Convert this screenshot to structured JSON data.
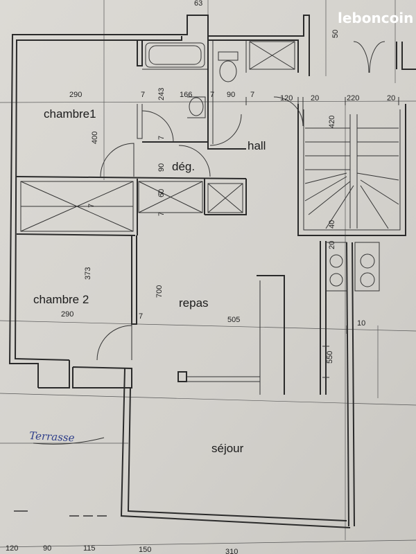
{
  "watermark": "leboncoin",
  "rooms": {
    "chambre1": "chambre1",
    "chambre2": "chambre 2",
    "deg": "dég.",
    "hall": "hall",
    "repas": "repas",
    "sejour": "séjour"
  },
  "annotation": "Terrasse",
  "dimensions": {
    "top_63": "63",
    "top_50": "50",
    "d290_top": "290",
    "d7_a": "7",
    "d243": "243",
    "d166": "166",
    "d7_b": "7",
    "d90_h": "90",
    "d7_c": "7",
    "d120": "120",
    "d20_a": "20",
    "d220": "220",
    "d20_b": "20",
    "d400": "400",
    "d420": "420",
    "d7_d": "7",
    "d90_v": "90",
    "d7_e": "7",
    "d60": "60",
    "d7_f": "7",
    "d40": "40",
    "d20_c": "20",
    "d373": "373",
    "d700": "700",
    "d290_mid": "290",
    "d7_g": "7",
    "d505": "505",
    "d10": "10",
    "d550": "550",
    "b120": "120",
    "b90": "90",
    "b115": "115",
    "b150": "150",
    "b310": "310"
  }
}
